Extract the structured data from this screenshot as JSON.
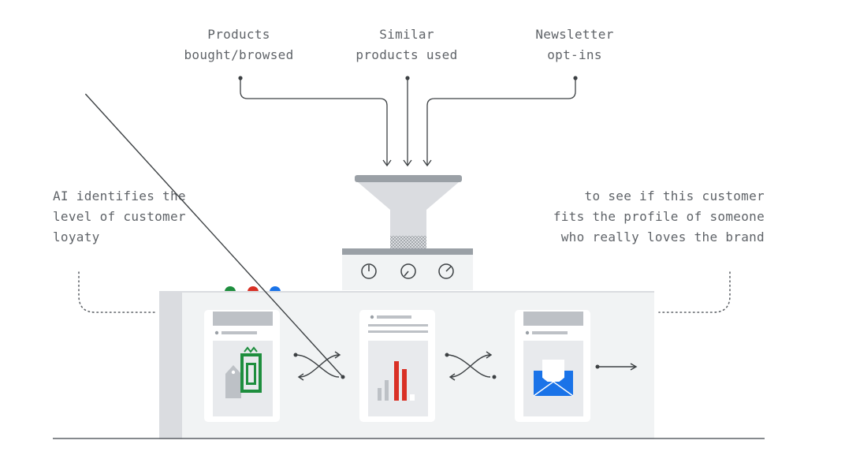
{
  "inputs": [
    {
      "lines": [
        "Products",
        "bought/browsed"
      ]
    },
    {
      "lines": [
        "Similar",
        "products used"
      ]
    },
    {
      "lines": [
        "Newsletter",
        "opt-ins"
      ]
    }
  ],
  "left_note": {
    "lines": [
      "AI identifies the",
      "level of customer",
      "loyaty"
    ]
  },
  "right_note": {
    "lines": [
      "to see if this customer",
      "fits the profile of someone",
      "who really loves the brand"
    ]
  },
  "colors": {
    "accent_green": "#1e8e3e",
    "accent_red": "#d93025",
    "accent_blue": "#1a73e8",
    "panel_gray": "#e8eaed",
    "dark_gray": "#9aa0a6",
    "text": "#5f6368"
  },
  "icons": {
    "card1": "price-tag-icon",
    "card2": "bar-chart-icon",
    "card3": "email-envelope-icon"
  }
}
